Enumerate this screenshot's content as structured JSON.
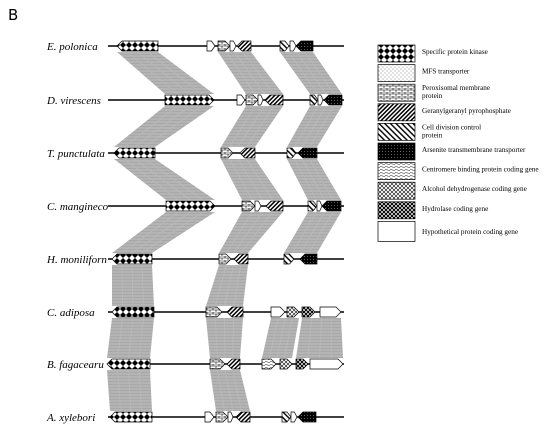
{
  "panel_label": "B",
  "species": [
    "E. polonica",
    "D. virescens",
    "T. punctulata",
    "C. mangineco",
    "H. moniliforn",
    "C. adiposa",
    "B. fagacearu",
    "A. xylebori"
  ],
  "legend": [
    {
      "pattern": "kinase",
      "label_lines": [
        "Specific protein kinase"
      ]
    },
    {
      "pattern": "mfs",
      "label_lines": [
        "MFS transporter"
      ]
    },
    {
      "pattern": "perox",
      "label_lines": [
        "Peroxisomal membrane",
        "protein"
      ]
    },
    {
      "pattern": "geranyl",
      "label_lines": [
        "Geranylgeranyl pyrophosphate"
      ]
    },
    {
      "pattern": "celldiv",
      "label_lines": [
        "Cell division control",
        "protein"
      ]
    },
    {
      "pattern": "arsenite",
      "label_lines": [
        "Arsenite transmembrane transporter"
      ]
    },
    {
      "pattern": "centromere",
      "label_lines": [
        "Centromere binding protein coding gene"
      ]
    },
    {
      "pattern": "alcohol",
      "label_lines": [
        "Alcohol dehydrogenase coding gene"
      ]
    },
    {
      "pattern": "hydrolase",
      "label_lines": [
        "Hydrolase coding gene"
      ]
    },
    {
      "pattern": "hypo",
      "label_lines": [
        "Hypothetical protein coding gene"
      ]
    }
  ],
  "tracks": [
    {
      "genes": [
        {
          "type": "kinase",
          "dir": "L",
          "s": 117,
          "e": 158
        },
        {
          "type": "hypo",
          "dir": "R",
          "s": 207,
          "e": 215
        },
        {
          "type": "perox",
          "dir": "R",
          "s": 218,
          "e": 230
        },
        {
          "type": "hypo",
          "dir": "R",
          "s": 230,
          "e": 236
        },
        {
          "type": "geranyl",
          "dir": "L",
          "s": 237,
          "e": 251
        },
        {
          "type": "celldiv",
          "dir": "R",
          "s": 280,
          "e": 289
        },
        {
          "type": "hypo",
          "dir": "R",
          "s": 290,
          "e": 296
        },
        {
          "type": "arsenite",
          "dir": "L",
          "s": 296,
          "e": 313
        }
      ]
    },
    {
      "genes": [
        {
          "type": "kinase",
          "dir": "R",
          "s": 165,
          "e": 214
        },
        {
          "type": "hypo",
          "dir": "R",
          "s": 237,
          "e": 245
        },
        {
          "type": "perox",
          "dir": "R",
          "s": 246,
          "e": 258
        },
        {
          "type": "hypo",
          "dir": "R",
          "s": 258,
          "e": 263
        },
        {
          "type": "geranyl",
          "dir": "L",
          "s": 265,
          "e": 283
        },
        {
          "type": "celldiv",
          "dir": "R",
          "s": 310,
          "e": 318
        },
        {
          "type": "hypo",
          "dir": "R",
          "s": 318,
          "e": 323
        },
        {
          "type": "arsenite",
          "dir": "L",
          "s": 324,
          "e": 342
        }
      ]
    },
    {
      "genes": [
        {
          "type": "kinase",
          "dir": "L",
          "s": 114,
          "e": 155
        },
        {
          "type": "perox",
          "dir": "R",
          "s": 221,
          "e": 233
        },
        {
          "type": "geranyl",
          "dir": "L",
          "s": 240,
          "e": 255
        },
        {
          "type": "celldiv",
          "dir": "R",
          "s": 287,
          "e": 296
        },
        {
          "type": "arsenite",
          "dir": "L",
          "s": 298,
          "e": 317
        }
      ]
    },
    {
      "genes": [
        {
          "type": "kinase",
          "dir": "R",
          "s": 166,
          "e": 215
        },
        {
          "type": "perox",
          "dir": "R",
          "s": 242,
          "e": 255
        },
        {
          "type": "hypo",
          "dir": "R",
          "s": 255,
          "e": 261
        },
        {
          "type": "geranyl",
          "dir": "L",
          "s": 266,
          "e": 283
        },
        {
          "type": "celldiv",
          "dir": "R",
          "s": 308,
          "e": 317
        },
        {
          "type": "hypo",
          "dir": "R",
          "s": 317,
          "e": 322
        },
        {
          "type": "arsenite",
          "dir": "L",
          "s": 322,
          "e": 341
        }
      ]
    },
    {
      "genes": [
        {
          "type": "kinase",
          "dir": "L",
          "s": 112,
          "e": 152
        },
        {
          "type": "perox",
          "dir": "R",
          "s": 219,
          "e": 231
        },
        {
          "type": "geranyl",
          "dir": "L",
          "s": 234,
          "e": 248
        },
        {
          "type": "celldiv",
          "dir": "R",
          "s": 284,
          "e": 294
        },
        {
          "type": "arsenite",
          "dir": "L",
          "s": 300,
          "e": 317
        }
      ]
    },
    {
      "genes": [
        {
          "type": "kinase",
          "dir": "L",
          "s": 112,
          "e": 154
        },
        {
          "type": "perox",
          "dir": "R",
          "s": 206,
          "e": 222
        },
        {
          "type": "geranyl",
          "dir": "L",
          "s": 227,
          "e": 243
        },
        {
          "type": "hypo",
          "dir": "R",
          "s": 271,
          "e": 285
        },
        {
          "type": "alcohol",
          "dir": "R",
          "s": 287,
          "e": 299
        },
        {
          "type": "hydrolase",
          "dir": "R",
          "s": 302,
          "e": 315
        },
        {
          "type": "hypo",
          "dir": "R",
          "s": 320,
          "e": 341
        }
      ]
    },
    {
      "genes": [
        {
          "type": "kinase",
          "dir": "L",
          "s": 107,
          "e": 150
        },
        {
          "type": "perox",
          "dir": "R",
          "s": 210,
          "e": 225
        },
        {
          "type": "geranyl",
          "dir": "L",
          "s": 227,
          "e": 240
        },
        {
          "type": "centromere",
          "dir": "R",
          "s": 262,
          "e": 276
        },
        {
          "type": "alcohol",
          "dir": "R",
          "s": 280,
          "e": 292
        },
        {
          "type": "hydrolase",
          "dir": "R",
          "s": 296,
          "e": 308
        },
        {
          "type": "hypo",
          "dir": "R",
          "s": 310,
          "e": 343
        }
      ]
    },
    {
      "genes": [
        {
          "type": "kinase",
          "dir": "L",
          "s": 110,
          "e": 152
        },
        {
          "type": "hypo",
          "dir": "R",
          "s": 205,
          "e": 214
        },
        {
          "type": "perox",
          "dir": "R",
          "s": 216,
          "e": 228
        },
        {
          "type": "hypo",
          "dir": "R",
          "s": 228,
          "e": 233
        },
        {
          "type": "geranyl",
          "dir": "L",
          "s": 236,
          "e": 250
        },
        {
          "type": "celldiv",
          "dir": "R",
          "s": 282,
          "e": 291
        },
        {
          "type": "hypo",
          "dir": "R",
          "s": 291,
          "e": 297
        },
        {
          "type": "arsenite",
          "dir": "L",
          "s": 298,
          "e": 316
        }
      ]
    }
  ],
  "links": [
    {
      "from": 0,
      "a": [
        117,
        158
      ],
      "b": [
        165,
        214
      ]
    },
    {
      "from": 0,
      "a": [
        218,
        251
      ],
      "b": [
        246,
        283
      ]
    },
    {
      "from": 0,
      "a": [
        280,
        313
      ],
      "b": [
        310,
        342
      ]
    },
    {
      "from": 1,
      "a": [
        165,
        214
      ],
      "b": [
        114,
        155
      ]
    },
    {
      "from": 1,
      "a": [
        246,
        283
      ],
      "b": [
        221,
        255
      ]
    },
    {
      "from": 1,
      "a": [
        310,
        342
      ],
      "b": [
        287,
        317
      ]
    },
    {
      "from": 2,
      "a": [
        114,
        155
      ],
      "b": [
        166,
        215
      ]
    },
    {
      "from": 2,
      "a": [
        221,
        255
      ],
      "b": [
        242,
        283
      ]
    },
    {
      "from": 2,
      "a": [
        287,
        317
      ],
      "b": [
        308,
        341
      ]
    },
    {
      "from": 3,
      "a": [
        166,
        215
      ],
      "b": [
        112,
        152
      ]
    },
    {
      "from": 3,
      "a": [
        242,
        283
      ],
      "b": [
        219,
        248
      ]
    },
    {
      "from": 3,
      "a": [
        308,
        341
      ],
      "b": [
        284,
        317
      ]
    },
    {
      "from": 4,
      "a": [
        112,
        152
      ],
      "b": [
        112,
        154
      ]
    },
    {
      "from": 4,
      "a": [
        219,
        248
      ],
      "b": [
        206,
        243
      ]
    },
    {
      "from": 5,
      "a": [
        112,
        154
      ],
      "b": [
        107,
        150
      ]
    },
    {
      "from": 5,
      "a": [
        206,
        243
      ],
      "b": [
        210,
        240
      ]
    },
    {
      "from": 5,
      "a": [
        271,
        299
      ],
      "b": [
        262,
        292
      ]
    },
    {
      "from": 5,
      "a": [
        302,
        341
      ],
      "b": [
        296,
        343
      ]
    },
    {
      "from": 6,
      "a": [
        107,
        150
      ],
      "b": [
        110,
        152
      ]
    },
    {
      "from": 6,
      "a": [
        210,
        240
      ],
      "b": [
        216,
        250
      ]
    }
  ],
  "colors": {
    "link_dark": "#8c8c8c",
    "link_light": "#b9b9b9",
    "line": "#000000"
  }
}
